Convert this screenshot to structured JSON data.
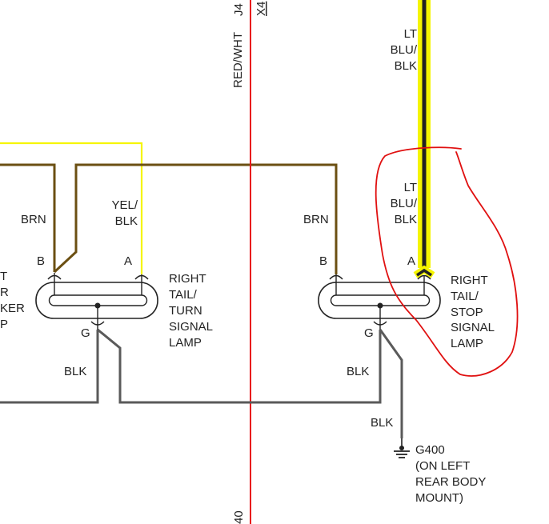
{
  "colors": {
    "brown": "#6b4f12",
    "yellow": "#f5f500",
    "red_wire": "#e8141b",
    "black_wire": "#5a5a5a",
    "annotation_red": "#e01010",
    "outline": "#222222"
  },
  "wires": {
    "red_wht": "RED/WHT",
    "lt_blu_blk_top": [
      "LT",
      "BLU/",
      "BLK"
    ],
    "lt_blu_blk_mid": [
      "LT",
      "BLU/",
      "BLK"
    ],
    "brn_left": "BRN",
    "brn_right": "BRN",
    "yel_blk": [
      "YEL/",
      "BLK"
    ],
    "blk_left": "BLK",
    "blk_right": "BLK",
    "blk_ground": "BLK"
  },
  "pins": {
    "left_b": "B",
    "left_a": "A",
    "left_g": "G",
    "right_b": "B",
    "right_a": "A",
    "right_g": "G"
  },
  "connectors": {
    "top_j": "J4",
    "top_x": "X4",
    "bottom": "40"
  },
  "lamps": {
    "left_partial": [
      "T",
      "R",
      "KER",
      "P"
    ],
    "right_turn": [
      "RIGHT",
      "TAIL/",
      "TURN",
      "SIGNAL",
      "LAMP"
    ],
    "right_stop": [
      "RIGHT",
      "TAIL/",
      "STOP",
      "SIGNAL",
      "LAMP"
    ]
  },
  "ground": {
    "id": "G400",
    "desc": [
      "(ON LEFT",
      "REAR BODY",
      "MOUNT)"
    ]
  }
}
